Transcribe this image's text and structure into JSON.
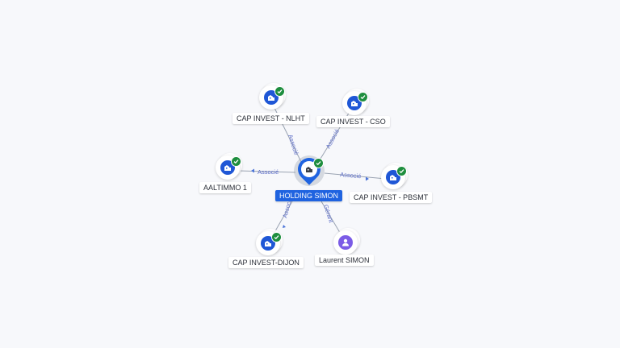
{
  "center": {
    "label": "HOLDING SIMON",
    "icon": "building-icon"
  },
  "nodes": [
    {
      "id": "nlht",
      "label": "CAP INVEST - NLHT",
      "relation": "Associé",
      "icon": "building-icon",
      "verified": true
    },
    {
      "id": "cso",
      "label": "CAP INVEST - CSO",
      "relation": "Associé",
      "icon": "building-icon",
      "verified": true
    },
    {
      "id": "aaltimmo",
      "label": "AALTIMMO 1",
      "relation": "Associé",
      "icon": "building-icon",
      "verified": true
    },
    {
      "id": "pbsmt",
      "label": "CAP INVEST - PBSMT",
      "relation": "Associé",
      "icon": "building-icon",
      "verified": true
    },
    {
      "id": "dijon",
      "label": "CAP INVEST-DIJON",
      "relation": "Associé",
      "icon": "building-icon",
      "verified": true
    },
    {
      "id": "laurent",
      "label": "Laurent SIMON",
      "relation": "Gérant",
      "icon": "person-icon",
      "verified": false
    }
  ],
  "colors": {
    "accent": "#1f63e0",
    "company": "#1f57d6",
    "person": "#7b5ce6",
    "verified": "#1e8e3e",
    "edge": "#9aa3b2",
    "edge_label": "#5b6cc7"
  }
}
